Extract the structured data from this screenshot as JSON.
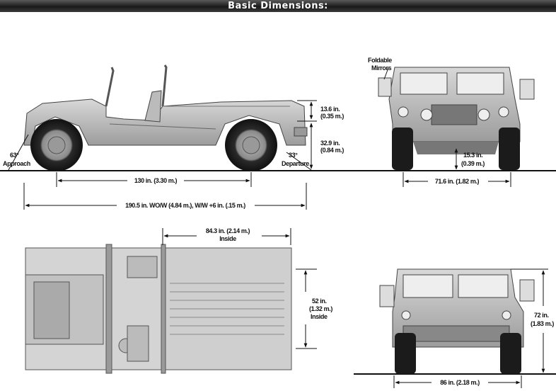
{
  "title": "Basic Dimensions:",
  "side_view": {
    "roof_height": [
      "13.6 in.",
      "(0.35 m.)"
    ],
    "body_height": [
      "32.9 in.",
      "(0.84 m.)"
    ],
    "approach": [
      "63°",
      "Approach"
    ],
    "departure": [
      "33°",
      "Departure"
    ],
    "wheelbase": "130 in. (3.30 m.)",
    "overall_length": "190.5 in. WO/W (4.84 m.), W/W +6 in. (.15 m.)"
  },
  "front_view": {
    "mirrors": [
      "Foldable",
      "Mirrors"
    ],
    "ground_clearance": [
      "15.3 in.",
      "(0.39 m.)"
    ],
    "track": "71.6 in. (1.82 m.)"
  },
  "top_view": {
    "cargo_length": [
      "84.3 in. (2.14 m.)",
      "Inside"
    ],
    "cargo_width": [
      "52 in.",
      "(1.32 m.)",
      "Inside"
    ]
  },
  "rear_view": {
    "height": [
      "72 in.",
      "(1.83 m.)"
    ],
    "width": "86 in. (2.18 m.)"
  }
}
